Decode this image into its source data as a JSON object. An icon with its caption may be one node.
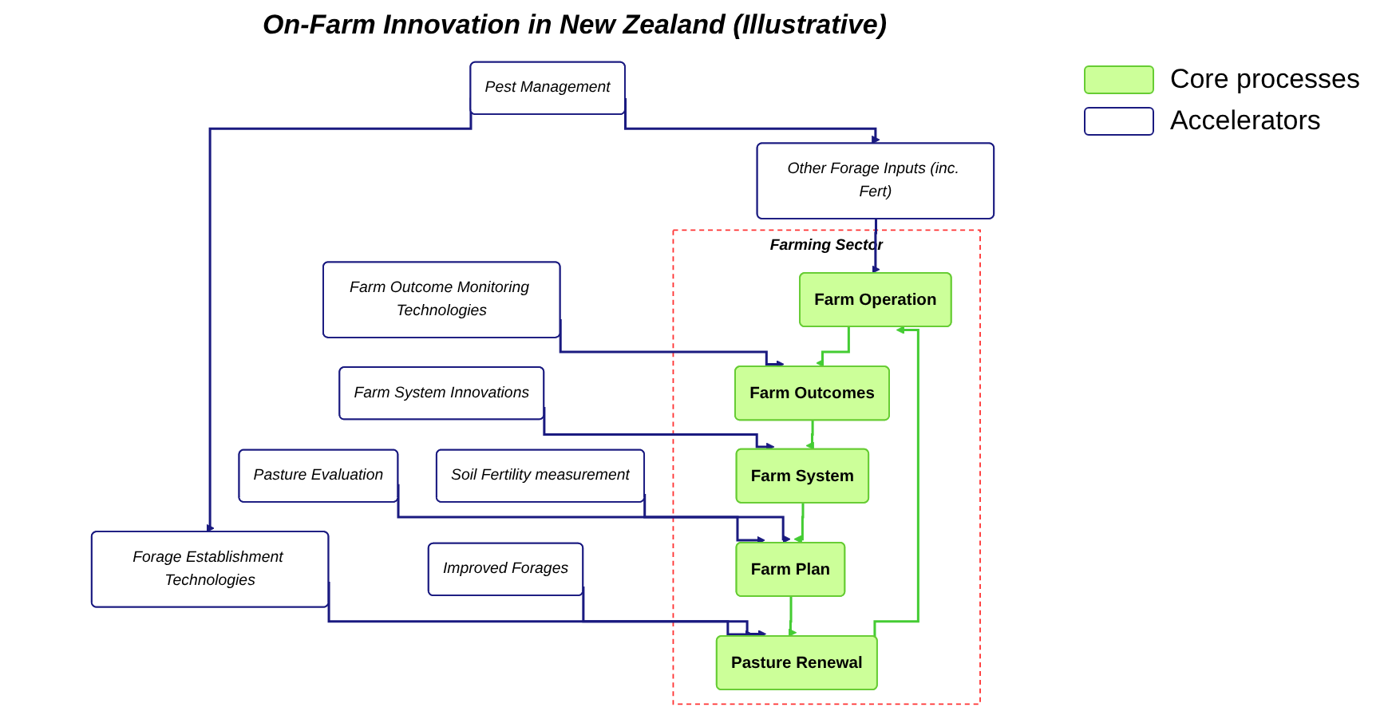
{
  "diagram": {
    "title": "On-Farm Innovation in New Zealand (Illustrative)",
    "nodes": [
      {
        "text": [
          "Pest Management"
        ]
      },
      {
        "text": [
          "Other Forage Inputs (inc. Fert)"
        ]
      },
      {
        "text": [
          "Farming Sector"
        ]
      },
      {
        "text": [
          "Farm Operation"
        ],
        "in": 2
      },
      {
        "text": [
          "Farm Outcomes"
        ],
        "in": 2
      },
      {
        "text": [
          "Forage Establishment Technologies"
        ]
      },
      {
        "text": [
          "Farm Outcome Monitoring Technologies"
        ]
      },
      {
        "text": [
          "Pasture Renewal"
        ],
        "in": 2
      },
      {
        "text": [
          "Improved Forages"
        ]
      },
      {
        "text": [
          "Pasture Evaluation"
        ]
      },
      {
        "text": [
          "Farm Plan"
        ],
        "in": 2
      },
      {
        "text": [
          "Farm System"
        ],
        "in": 2
      },
      {
        "text": [
          "Farm System Innovations"
        ]
      },
      {
        "text": [
          "Soil Fertility measurement"
        ]
      }
    ],
    "edges": [
      {
        "from": 0,
        "to": 1,
        "arrow": "to"
      },
      {
        "from": 0,
        "to": 5,
        "arrow": "to"
      },
      {
        "from": 1,
        "to": 3,
        "arrow": "to"
      },
      {
        "from": 5,
        "to": 7,
        "arrow": "to"
      },
      {
        "from": 8,
        "to": 7,
        "arrow": "to"
      },
      {
        "from": 9,
        "to": 10,
        "arrow": "to"
      },
      {
        "from": 13,
        "to": 10,
        "arrow": "to"
      },
      {
        "from": 6,
        "to": 4,
        "arrow": "to"
      },
      {
        "from": 12,
        "to": 11,
        "arrow": "to"
      },
      {
        "from": 7,
        "to": 3,
        "arrow": "to",
        "color": "#44cc33"
      },
      {
        "from": 3,
        "to": 4,
        "arrow": "to",
        "color": "#44cc33"
      },
      {
        "from": 4,
        "to": 11,
        "arrow": "to",
        "color": "#44cc33"
      },
      {
        "from": 11,
        "to": 10,
        "arrow": "to",
        "color": "#44cc33"
      },
      {
        "from": 10,
        "to": 7,
        "arrow": "to",
        "color": "#44cc33"
      }
    ],
    "legend": [
      {
        "text": "Core processes",
        "color": "#ccff99"
      },
      {
        "text": "Accelerators",
        "color": "#ffffff"
      }
    ]
  }
}
